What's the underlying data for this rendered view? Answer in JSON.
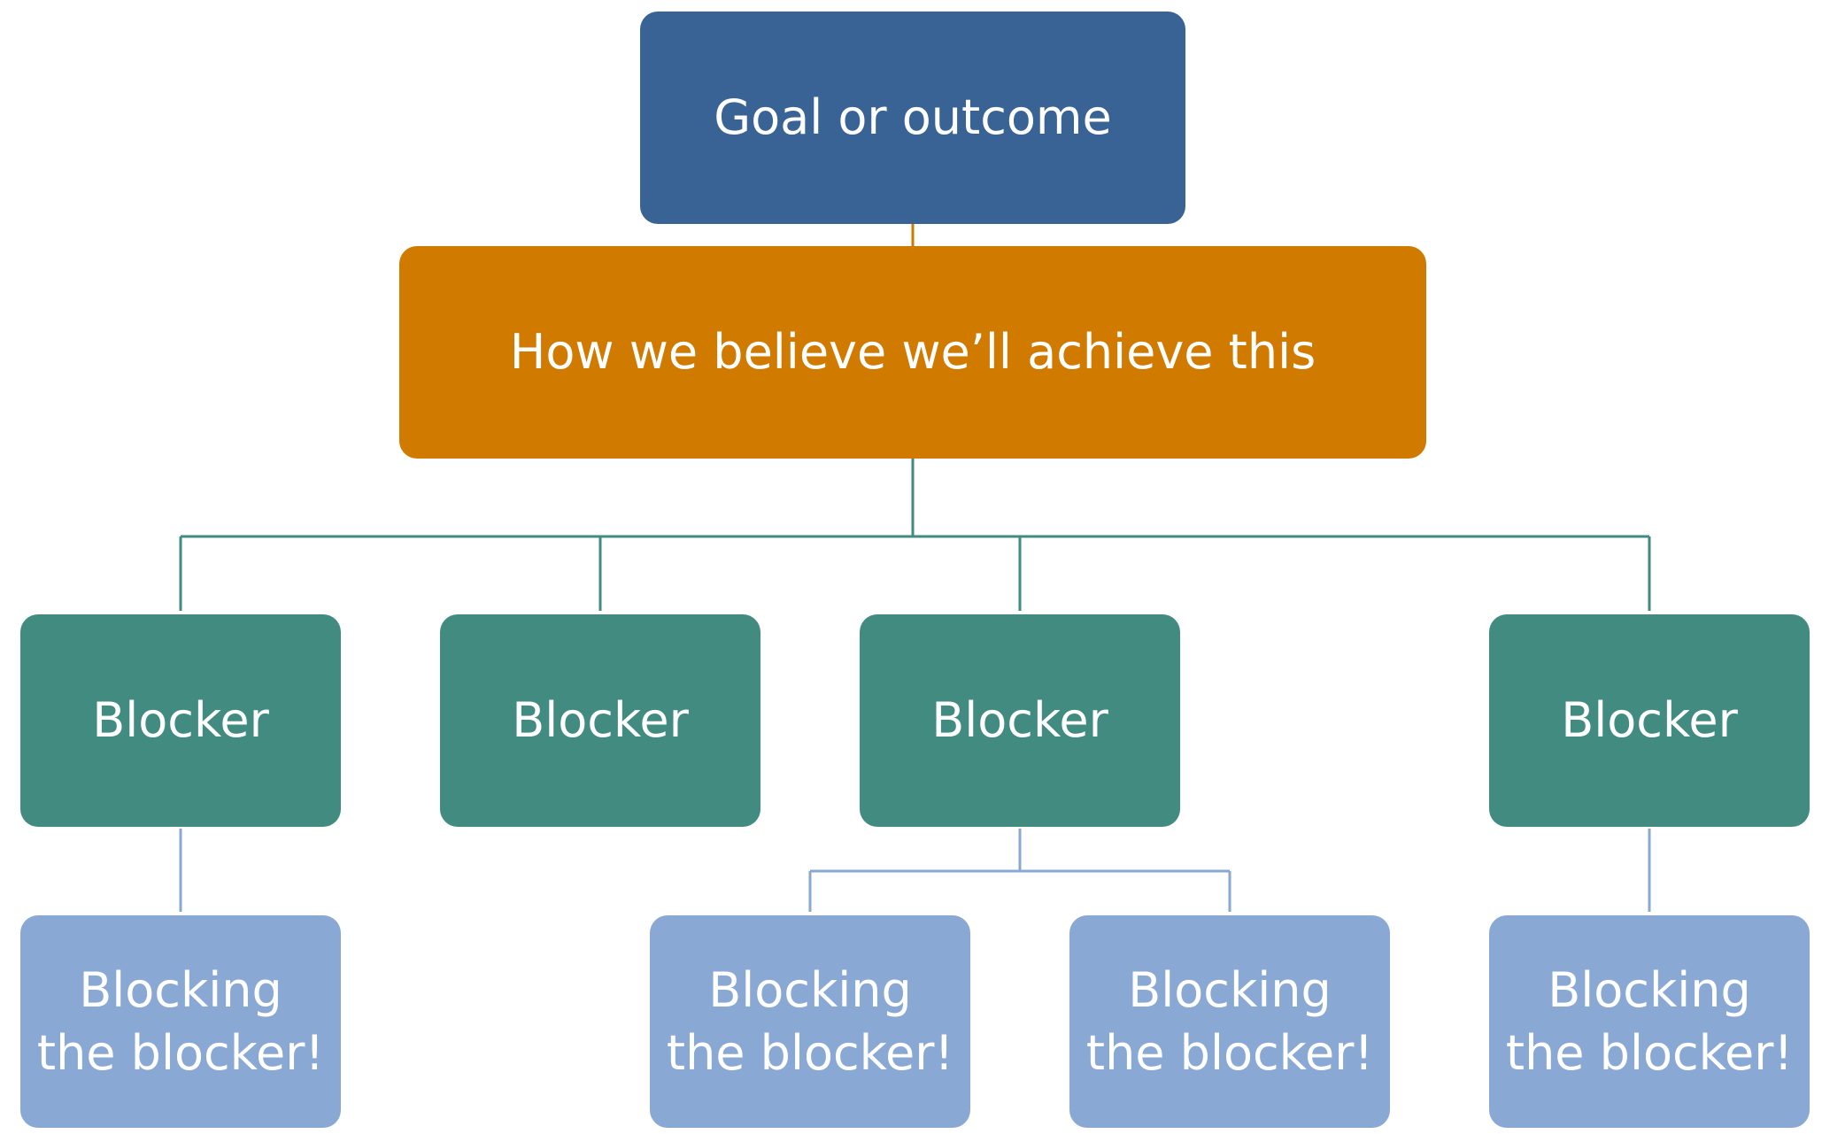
{
  "colors": {
    "goal": "#386394",
    "strategy": "#D17A00",
    "blocker": "#418B81",
    "sub_blocker": "#89A8D3",
    "line_strategy": "#D17A00",
    "line_blocker": "#418B81",
    "line_sub": "#89A8D3"
  },
  "goal": {
    "label": "Goal or outcome"
  },
  "strategy": {
    "label": "How we believe we’ll achieve this"
  },
  "blockers": [
    {
      "label": "Blocker"
    },
    {
      "label": "Blocker"
    },
    {
      "label": "Blocker"
    },
    {
      "label": "Blocker"
    }
  ],
  "sub_blockers": [
    {
      "line1": "Blocking",
      "line2": "the blocker!",
      "parent": 0
    },
    {
      "line1": "Blocking",
      "line2": "the blocker!",
      "parent": 2
    },
    {
      "line1": "Blocking",
      "line2": "the blocker!",
      "parent": 2
    },
    {
      "line1": "Blocking",
      "line2": "the blocker!",
      "parent": 3
    }
  ]
}
